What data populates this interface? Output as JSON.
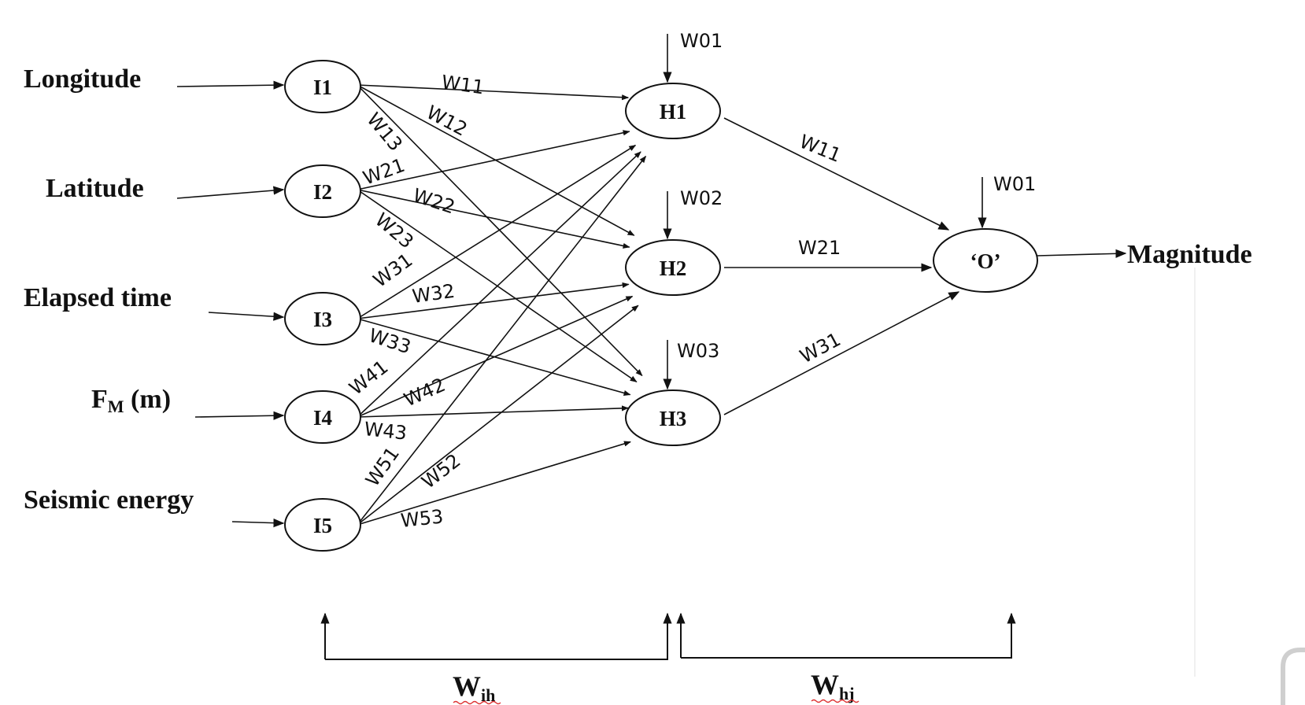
{
  "inputs": [
    {
      "label": "Longitude",
      "node": "I1"
    },
    {
      "label": "Latitude",
      "node": "I2"
    },
    {
      "label": "Elapsed time",
      "node": "I3"
    },
    {
      "label": "F",
      "label_sub": "M",
      "label_rest": " (m)",
      "node": "I4"
    },
    {
      "label": "Seismic energy",
      "node": "I5"
    }
  ],
  "hidden": [
    {
      "node": "H1",
      "bias": "W01"
    },
    {
      "node": "H2",
      "bias": "W02"
    },
    {
      "node": "H3",
      "bias": "W03"
    }
  ],
  "output": {
    "node": "‘O’",
    "bias": "W01",
    "label": "Magnitude"
  },
  "input_hidden_weights": [
    [
      "W11",
      "W12",
      "W13"
    ],
    [
      "W21",
      "W22",
      "W23"
    ],
    [
      "W31",
      "W32",
      "W33"
    ],
    [
      "W41",
      "W42",
      "W43"
    ],
    [
      "W51",
      "W52",
      "W53"
    ]
  ],
  "hidden_output_weights": [
    "W11",
    "W21",
    "W31"
  ],
  "bottom": {
    "wih": {
      "main": "W",
      "sub": "ih"
    },
    "whj": {
      "main": "W",
      "sub": "hj"
    }
  }
}
